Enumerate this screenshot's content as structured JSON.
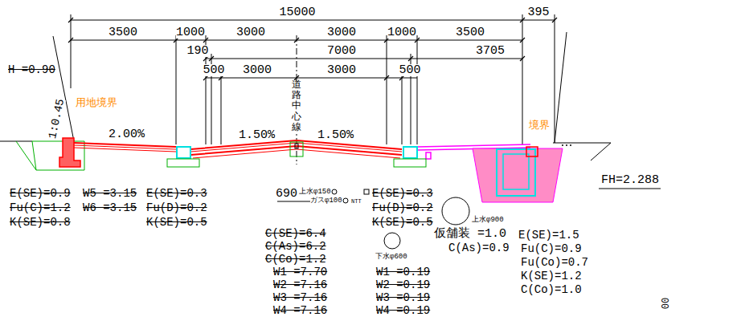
{
  "diagram": {
    "labels": [
      "15000",
      "395",
      "3500",
      "1000",
      "3000",
      "3000",
      "1000",
      "3500",
      "190",
      "7000",
      "3705",
      "500",
      "3000",
      "3000",
      "500",
      "用地境界",
      "H =0.90",
      "1:0.45",
      "2.00%",
      "道路中心線",
      "1.50%",
      "1.50%",
      "境界",
      "FH=2.288",
      "E(SE)=0.9",
      "W5 =3.15",
      "E(SE)=0.3",
      "Fu(C)=1.2",
      "W6 =3.15",
      "Fu(D)=0.2",
      "K(SE)=0.8",
      "K(SE)=0.5",
      "690",
      "上水φ150",
      "ガスφ100",
      "NTT",
      "E(SE)=0.3",
      "Fu(D)=0.2",
      "K(SE)=0.5",
      "上水φ900",
      "仮舗装 =1.0",
      "E(SE)=1.5",
      "C(As)=0.9",
      "Fu(C)=0.9",
      "Fu(Co)=0.7",
      "K(SE)=1.2",
      "C(Co)=1.0",
      "C(SE)=6.4",
      "C(As)=6.2",
      "C(Co)=1.2",
      "W1 =7.70",
      "W2 =7.16",
      "W3 =7.16",
      "W4 =7.16",
      "下水φ600",
      "W1 =0.19",
      "W2 =0.19",
      "W3 =0.19",
      "W4 =0.19",
      "00"
    ]
  }
}
